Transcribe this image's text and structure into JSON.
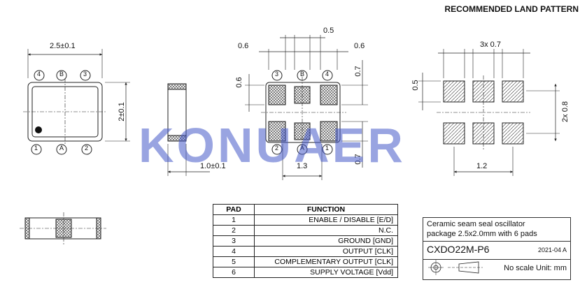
{
  "header": {
    "title": "RECOMMENDED LAND PATTERN"
  },
  "watermark": "KONUAER",
  "top_view": {
    "width_dim": "2.5±0.1",
    "height_dim": "2±0.1",
    "pins_top": [
      "4",
      "B",
      "3"
    ],
    "pins_bottom": [
      "1",
      "A",
      "2"
    ]
  },
  "side_view": {
    "height_dim": "1.0±0.1"
  },
  "bottom_view": {
    "dim_top_center": "0.5",
    "dim_top_left": "0.6",
    "dim_top_right": "0.6",
    "dim_left": "0.6",
    "dim_right_top": "0.7",
    "dim_right_bottom": "0.7",
    "dim_bottom": "1.3",
    "pads_top": [
      "3",
      "B",
      "4"
    ],
    "pads_bottom": [
      "2",
      "A",
      "1"
    ]
  },
  "land_pattern": {
    "dim_pitch": "3x 0.7",
    "dim_pad_height": "0.5",
    "dim_rows": "2x 0.8",
    "dim_width": "1.2"
  },
  "pad_table": {
    "headers": [
      "PAD",
      "FUNCTION"
    ],
    "rows": [
      {
        "pad": "1",
        "function": "ENABLE / DISABLE  [E/D]"
      },
      {
        "pad": "2",
        "function": "N.C."
      },
      {
        "pad": "3",
        "function": "GROUND  [GND]"
      },
      {
        "pad": "4",
        "function": "OUTPUT  [CLK]"
      },
      {
        "pad": "5",
        "function": "COMPLEMENTARY OUTPUT  [CLK]"
      },
      {
        "pad": "6",
        "function": "SUPPLY VOLTAGE  [Vdd]"
      }
    ]
  },
  "info": {
    "line1": "Ceramic seam seal oscillator",
    "line2": "package 2.5x2.0mm with 6 pads",
    "part": "CXDO22M-P6",
    "date": "2021-04  A",
    "scale": "No scale  Unit: mm"
  },
  "colors": {
    "line": "#222222",
    "watermark": "#4a5ac8"
  }
}
